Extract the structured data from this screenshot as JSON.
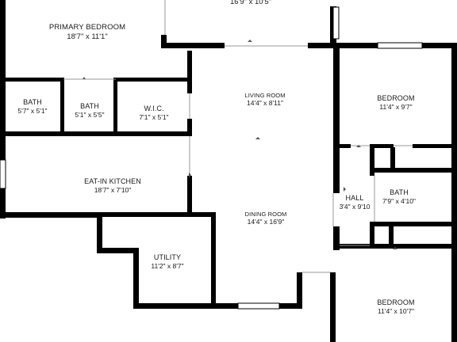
{
  "rooms": {
    "top_partial": {
      "dims": "16'9\" x 10'5\""
    },
    "primary_bedroom": {
      "name": "PRIMARY BEDROOM",
      "dims": "18'7\" x 11'1\""
    },
    "bath_1": {
      "name": "BATH",
      "dims": "5'7\" x 5'1\""
    },
    "bath_2": {
      "name": "BATH",
      "dims": "5'1\" x 5'5\""
    },
    "wic": {
      "name": "W.I.C.",
      "dims": "7'1\" x 5'1\""
    },
    "living_room": {
      "name": "LIVING ROOM",
      "dims": "14'4\" x 8'11\""
    },
    "bedroom_1": {
      "name": "BEDROOM",
      "dims": "11'4\" x 9'7\""
    },
    "eat_in_kitchen": {
      "name": "EAT-IN KITCHEN",
      "dims": "18'7\" x 7'10\""
    },
    "hall": {
      "name": "HALL",
      "dims": "3'4\" x 9'10"
    },
    "bath_3": {
      "name": "BATH",
      "dims": "7'9\" x 4'10\""
    },
    "dining_room": {
      "name": "DINING ROOM",
      "dims": "14'4\" x 16'9\""
    },
    "utility": {
      "name": "UTILITY",
      "dims": "11'2\" x 8'7\""
    },
    "bedroom_2": {
      "name": "BEDROOM",
      "dims": "11'4\" x 10'7\""
    }
  }
}
